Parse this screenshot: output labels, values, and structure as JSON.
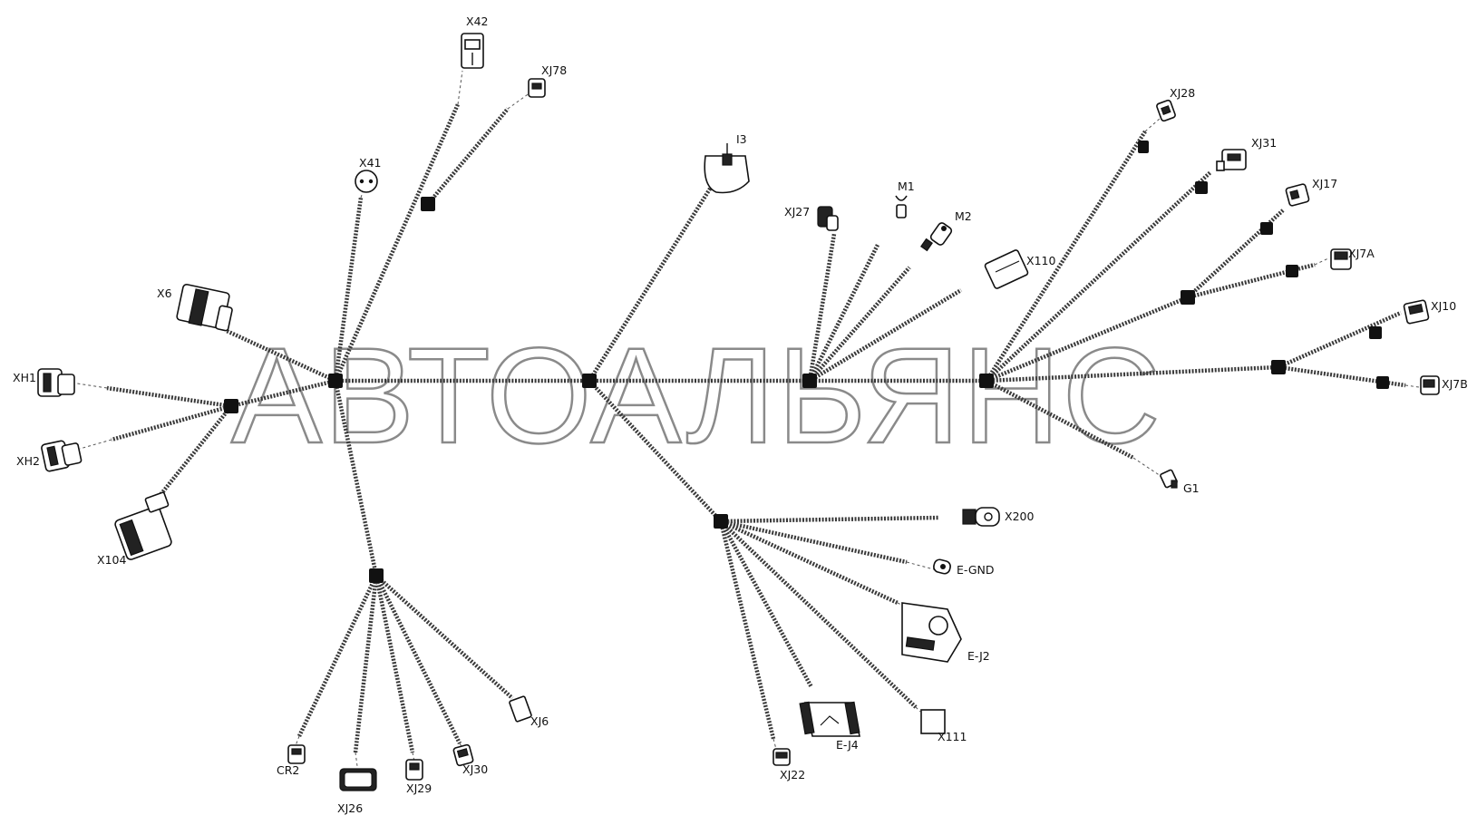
{
  "watermark": "АВТОАЛЬЯНС",
  "labels": {
    "x42": "X42",
    "xj78": "XJ78",
    "x41": "X41",
    "i3": "I3",
    "xj27": "XJ27",
    "m1": "M1",
    "m2": "M2",
    "x110": "X110",
    "xj28": "XJ28",
    "xj31": "XJ31",
    "xj17": "XJ17",
    "xj7a": "XJ7A",
    "xj10": "XJ10",
    "xj7b": "XJ7B",
    "g1": "G1",
    "x6": "X6",
    "xh1": "XH1",
    "xh2": "XH2",
    "x104": "X104",
    "x200": "X200",
    "egnd": "E-GND",
    "ej2": "E-J2",
    "x111": "X111",
    "ej4": "E-J4",
    "xj22": "XJ22",
    "cr2": "CR2",
    "xj26": "XJ26",
    "xj29": "XJ29",
    "xj30": "XJ30",
    "xj6": "XJ6"
  }
}
